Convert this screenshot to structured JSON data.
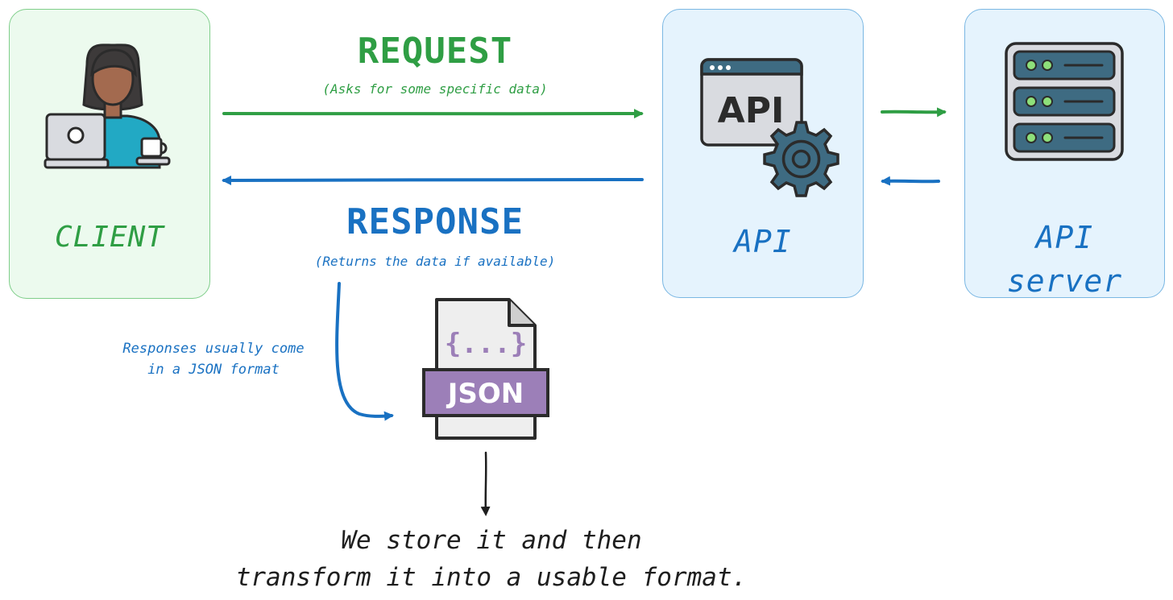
{
  "nodes": {
    "client": {
      "label": "CLIENT"
    },
    "api": {
      "label": "API",
      "icon_text": "API"
    },
    "server": {
      "label_line1": "API",
      "label_line2": "server"
    }
  },
  "request": {
    "title": "REQUEST",
    "subtitle": "(Asks for some specific data)"
  },
  "response": {
    "title": "RESPONSE",
    "subtitle": "(Returns the data if available)"
  },
  "json_doc": {
    "braces": "{...}",
    "label": "JSON"
  },
  "note": {
    "line1": "Responses usually come",
    "line2": "in a JSON format"
  },
  "conclusion": {
    "line1": "We store it and then",
    "line2": "transform it into a usable format."
  },
  "colors": {
    "green": "#2f9e44",
    "blue": "#1971c2",
    "purple": "#9c7fb8",
    "dark": "#1e1e1e"
  }
}
